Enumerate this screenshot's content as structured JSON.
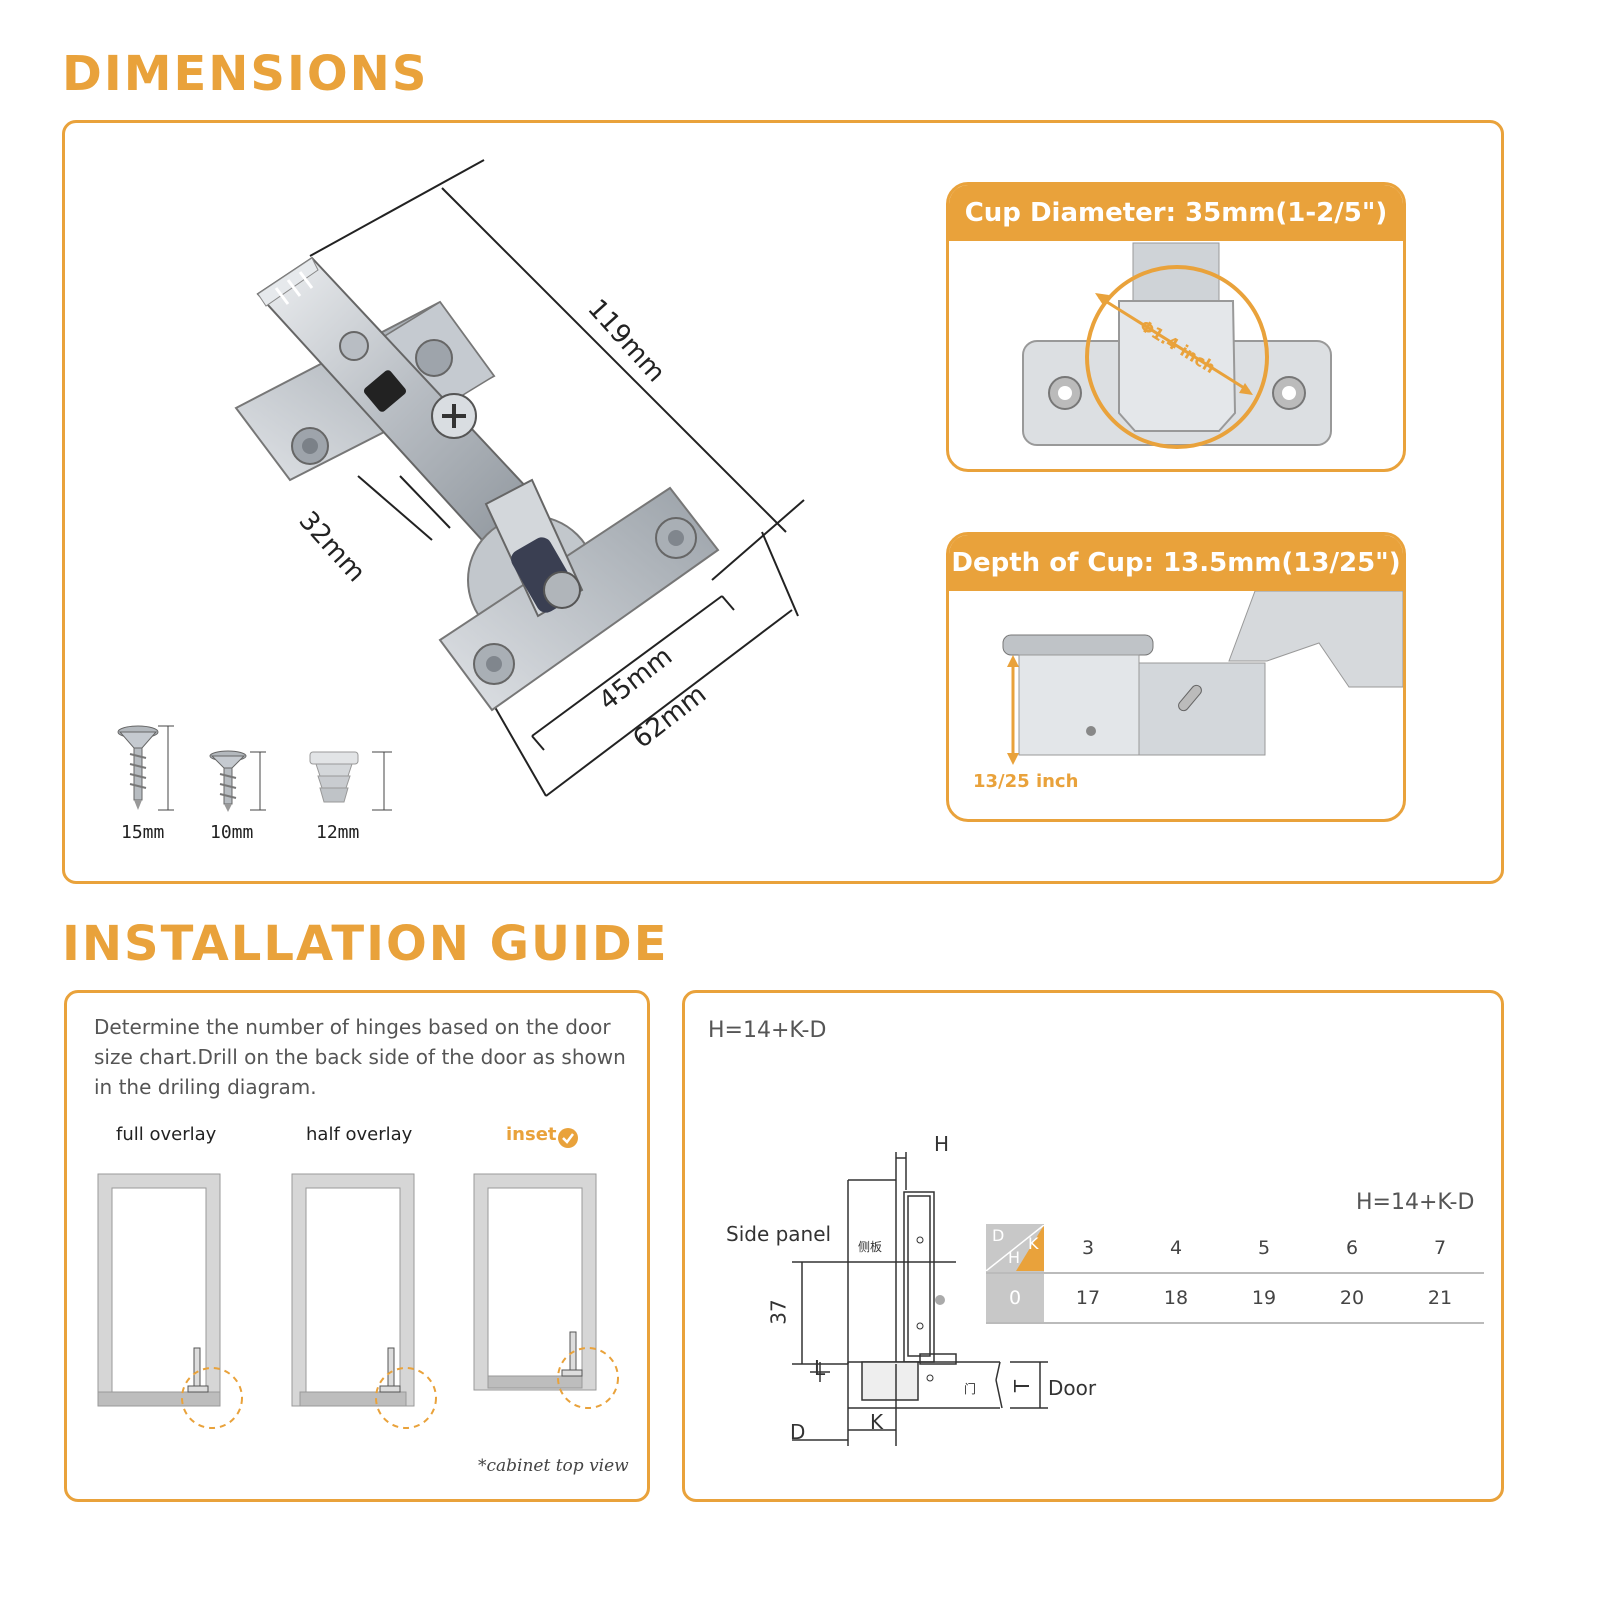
{
  "headings": {
    "dimensions": "DIMENSIONS",
    "installation": "INSTALLATION GUIDE"
  },
  "hinge_dimensions": {
    "length": "119mm",
    "arm": "32mm",
    "plate_inner": "45mm",
    "plate_outer": "62mm"
  },
  "screws": [
    {
      "label": "15mm",
      "icon": "wood-screw-icon"
    },
    {
      "label": "10mm",
      "icon": "short-screw-icon"
    },
    {
      "label": "12mm",
      "icon": "plastic-dowel-icon"
    }
  ],
  "cup_diameter": {
    "title": "Cup Diameter: 35mm(1-2/5\")",
    "annotation": "Φ1.4 inch"
  },
  "cup_depth": {
    "title": "Depth of Cup: 13.5mm(13/25\")",
    "annotation": "13/25 inch"
  },
  "guide": {
    "text": "Determine the number of hinges based on the door size chart.Drill on the back side of the door as shown in the driling diagram.",
    "types": [
      {
        "label": "full overlay",
        "selected": false
      },
      {
        "label": "half overlay",
        "selected": false
      },
      {
        "label": "inset",
        "selected": true
      }
    ],
    "note": "*cabinet top view"
  },
  "formula_panel": {
    "formula_top": "H=14+K-D",
    "formula_table": "H=14+K-D",
    "labels": {
      "h": "H",
      "side_panel": "Side panel",
      "side_panel_cn": "侧板",
      "dim_37": "37",
      "l": "L",
      "door": "Door",
      "door_cn": "门",
      "t": "T",
      "d": "D",
      "k": "K"
    },
    "table": {
      "corner": {
        "d": "D",
        "k": "K",
        "h": "H"
      },
      "k_values": [
        "3",
        "4",
        "5",
        "6",
        "7"
      ],
      "rows": [
        {
          "d": "0",
          "h_values": [
            "17",
            "18",
            "19",
            "20",
            "21"
          ]
        }
      ]
    }
  },
  "colors": {
    "accent": "#e9a23b",
    "metal": "#c9cdd2",
    "table_header": "#c8c8c8"
  }
}
